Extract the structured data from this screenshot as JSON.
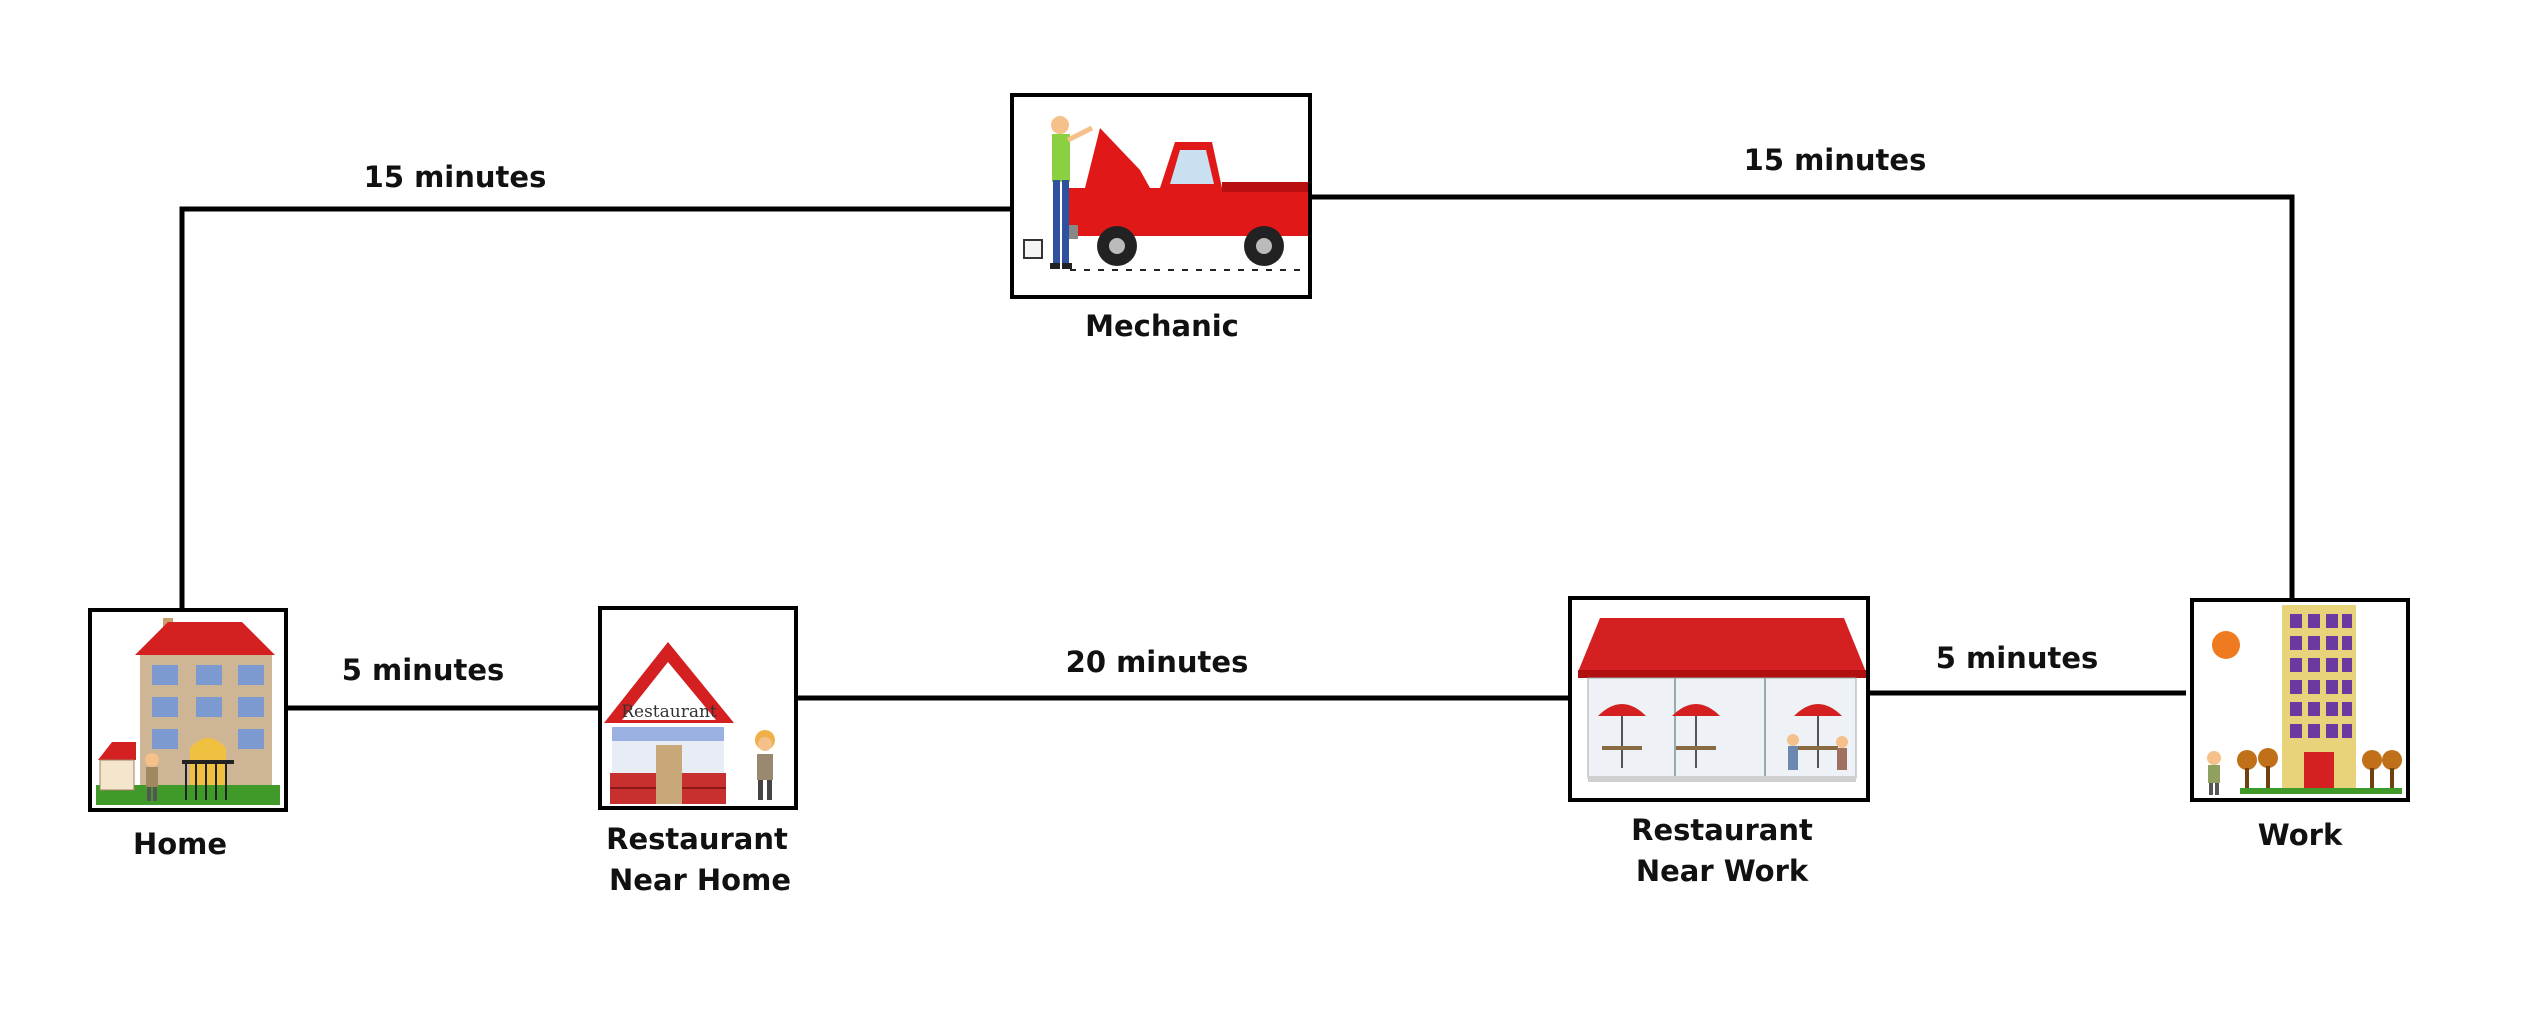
{
  "nodes": {
    "home": {
      "label": "Home",
      "icon": "house-icon"
    },
    "restaurant_home": {
      "label_line1": "Restaurant",
      "label_line2": "Near Home",
      "sign": "Restaurant",
      "icon": "restaurant-icon"
    },
    "mechanic": {
      "label": "Mechanic",
      "icon": "pickup-truck-mechanic-icon"
    },
    "restaurant_work": {
      "label_line1": "Restaurant",
      "label_line2": "Near Work",
      "icon": "cafe-icon"
    },
    "work": {
      "label": "Work",
      "icon": "office-building-icon"
    }
  },
  "edges": {
    "home_mechanic": {
      "from": "Home",
      "to": "Mechanic",
      "label": "15 minutes"
    },
    "mechanic_work": {
      "from": "Mechanic",
      "to": "Work",
      "label": "15 minutes"
    },
    "home_restaurant": {
      "from": "Home",
      "to": "Restaurant Near Home",
      "label": "5 minutes"
    },
    "restaurants": {
      "from": "Restaurant Near Home",
      "to": "Restaurant Near Work",
      "label": "20 minutes"
    },
    "restaurant_work": {
      "from": "Restaurant Near Work",
      "to": "Work",
      "label": "5 minutes"
    }
  },
  "colors": {
    "line": "#000000",
    "roof_red": "#d42020",
    "truck_red": "#e01818",
    "building_tan": "#e8d27a",
    "window_purple": "#6a3aa0",
    "sun_orange": "#f07a20"
  }
}
